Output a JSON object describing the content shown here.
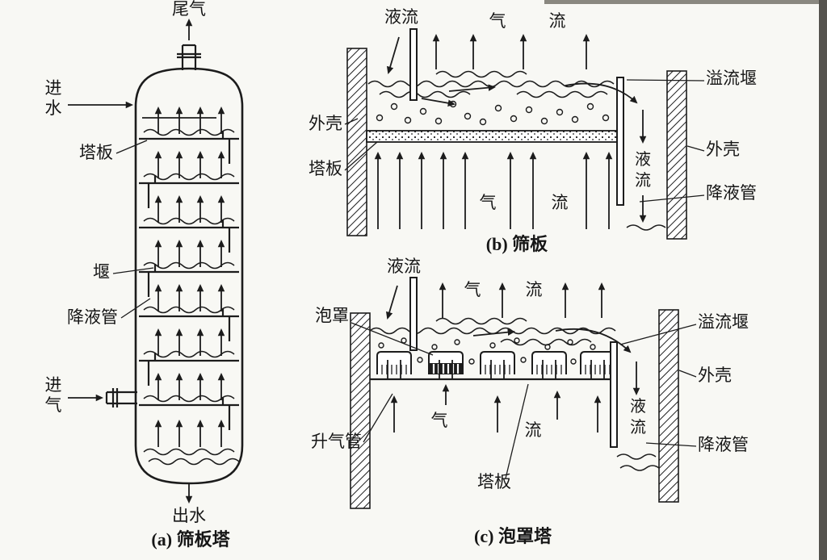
{
  "figure": {
    "panel_a": {
      "caption": "(a) 筛板塔",
      "labels": {
        "tail_gas": "尾气",
        "water_in": "进水",
        "tray": "塔板",
        "weir": "堰",
        "downcomer": "降液管",
        "gas_in": "进气",
        "water_out": "出水"
      }
    },
    "panel_b": {
      "caption": "(b) 筛板",
      "labels": {
        "liquid_in": "液流",
        "gas_flow_top": [
          "气",
          "流"
        ],
        "overflow_weir": "溢流堰",
        "shell_left": "外壳",
        "shell_right": "外壳",
        "tray": "塔板",
        "liquid_down": "液流",
        "downcomer": "降液管",
        "gas_flow_bottom": [
          "气",
          "流"
        ]
      }
    },
    "panel_c": {
      "caption": "(c) 泡罩塔",
      "labels": {
        "liquid_in": "液流",
        "gas_flow_top": [
          "气",
          "流"
        ],
        "overflow_weir": "溢流堰",
        "bubble_cap": "泡罩",
        "shell": "外壳",
        "riser": "升气管",
        "gas_flow_mid": [
          "气",
          "流"
        ],
        "liquid_down": "液流",
        "downcomer": "降液管",
        "tray": "塔板"
      }
    },
    "colors": {
      "ink": "#1c1c1c",
      "paper": "#f8f8f4"
    }
  }
}
